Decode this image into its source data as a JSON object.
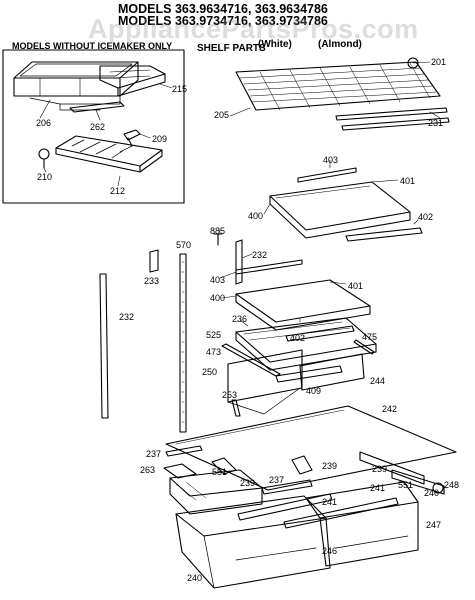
{
  "header": {
    "line1": "MODELS 363.9634716, 363.9634786",
    "line2": "MODELS 363.9734716, 363.9734786",
    "line3": "SHELF PARTS",
    "variant_white": "(White)",
    "variant_almond": "(Almond)"
  },
  "box_title": "MODELS WITHOUT ICEMAKER ONLY",
  "watermark": "AppliancePartsPros.com",
  "parts": [
    {
      "id": "p201",
      "label": "201"
    },
    {
      "id": "p205",
      "label": "205"
    },
    {
      "id": "p206",
      "label": "206"
    },
    {
      "id": "p209",
      "label": "209"
    },
    {
      "id": "p210",
      "label": "210"
    },
    {
      "id": "p212",
      "label": "212"
    },
    {
      "id": "p215",
      "label": "215"
    },
    {
      "id": "p231",
      "label": "231"
    },
    {
      "id": "p232",
      "label": "232"
    },
    {
      "id": "p232b",
      "label": "232"
    },
    {
      "id": "p233",
      "label": "233"
    },
    {
      "id": "p236",
      "label": "236"
    },
    {
      "id": "p237",
      "label": "237"
    },
    {
      "id": "p237b",
      "label": "237"
    },
    {
      "id": "p239",
      "label": "239"
    },
    {
      "id": "p239b",
      "label": "239"
    },
    {
      "id": "p239c",
      "label": "239"
    },
    {
      "id": "p240",
      "label": "240"
    },
    {
      "id": "p240b",
      "label": "240"
    },
    {
      "id": "p241",
      "label": "241"
    },
    {
      "id": "p241b",
      "label": "241"
    },
    {
      "id": "p242",
      "label": "242"
    },
    {
      "id": "p244",
      "label": "244"
    },
    {
      "id": "p246",
      "label": "246"
    },
    {
      "id": "p247",
      "label": "247"
    },
    {
      "id": "p248",
      "label": "248"
    },
    {
      "id": "p250",
      "label": "250"
    },
    {
      "id": "p253",
      "label": "253"
    },
    {
      "id": "p262",
      "label": "262"
    },
    {
      "id": "p263",
      "label": "263"
    },
    {
      "id": "p400",
      "label": "400"
    },
    {
      "id": "p400b",
      "label": "400"
    },
    {
      "id": "p401",
      "label": "401"
    },
    {
      "id": "p401b",
      "label": "401"
    },
    {
      "id": "p402",
      "label": "402"
    },
    {
      "id": "p402b",
      "label": "402"
    },
    {
      "id": "p403",
      "label": "403"
    },
    {
      "id": "p403b",
      "label": "403"
    },
    {
      "id": "p409",
      "label": "409"
    },
    {
      "id": "p473",
      "label": "473"
    },
    {
      "id": "p475",
      "label": "475"
    },
    {
      "id": "p525",
      "label": "525"
    },
    {
      "id": "p551",
      "label": "551"
    },
    {
      "id": "p551b",
      "label": "551"
    },
    {
      "id": "p570",
      "label": "570"
    },
    {
      "id": "p885",
      "label": "885"
    }
  ]
}
